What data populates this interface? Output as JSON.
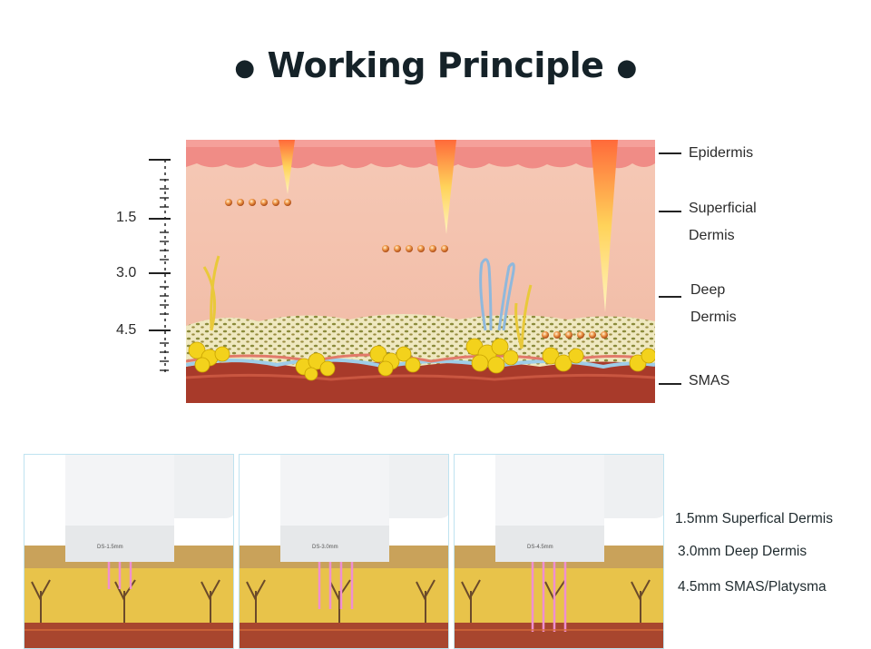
{
  "title": {
    "text": "Working Principle",
    "bullet": "●"
  },
  "scale": {
    "ticks": [
      "1.5",
      "3.0",
      "4.5"
    ]
  },
  "layers": {
    "epidermis": "Epidermis",
    "superficial_line1": "Superficial",
    "superficial_line2": "Dermis",
    "deep_line1": "Deep",
    "deep_line2": "Dermis",
    "smas": "SMAS"
  },
  "cartridges": [
    {
      "label": "DS-1.5mm"
    },
    {
      "label": "DS-3.0mm"
    },
    {
      "label": "DS-4.5mm"
    }
  ],
  "depths": [
    "1.5mm Superfical Dermis",
    "3.0mm Deep Dermis",
    "4.5mm SMAS/Platysma"
  ],
  "colors": {
    "title": "#152228",
    "epidermis": "#f08c86",
    "dermis": "#f4c2ad",
    "fat": "#efe6b3",
    "muscle": "#a83a2a",
    "focal_point": "#e58a3a"
  }
}
